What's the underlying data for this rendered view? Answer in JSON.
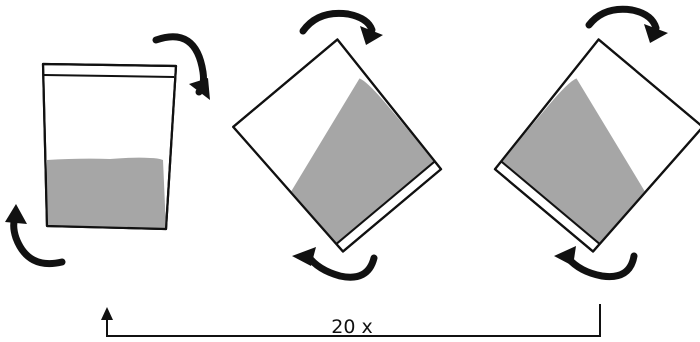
{
  "repeat_label": "20 x",
  "colors": {
    "outline": "#111111",
    "liquid": "#a6a6a6",
    "bag_fill": "#ffffff",
    "arrow": "#111111"
  },
  "bags": [
    {
      "name": "bag-upright",
      "orientation": "upright"
    },
    {
      "name": "bag-tilted-left",
      "orientation": "tilted-left"
    },
    {
      "name": "bag-tilted-right",
      "orientation": "tilted-right"
    }
  ],
  "rotation_arrows": [
    {
      "name": "rotate-arrow-bag1-top",
      "icon": "curved-arrow-icon"
    },
    {
      "name": "rotate-arrow-bag1-bottom",
      "icon": "curved-arrow-icon"
    },
    {
      "name": "rotate-arrow-bag2-top",
      "icon": "curved-arrow-icon"
    },
    {
      "name": "rotate-arrow-bag2-bottom",
      "icon": "curved-arrow-icon"
    },
    {
      "name": "rotate-arrow-bag3-top",
      "icon": "curved-arrow-icon"
    },
    {
      "name": "rotate-arrow-bag3-bottom",
      "icon": "curved-arrow-icon"
    }
  ],
  "loop_arrow": {
    "icon": "return-arrow-icon"
  }
}
